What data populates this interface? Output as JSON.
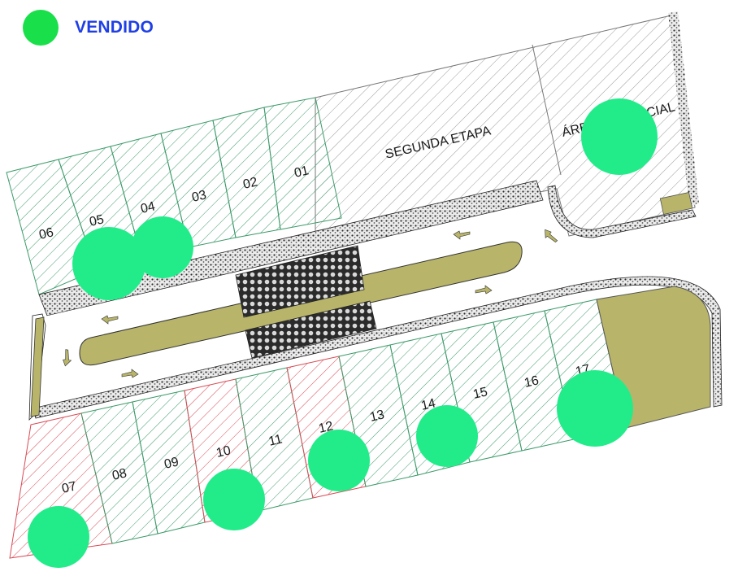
{
  "legend": {
    "label": "VENDIDO",
    "dot_color": "#19e04a",
    "label_color": "#1f3fe6"
  },
  "colors": {
    "sold_marker": "#22ec8a",
    "green_hatch": "#3c9a6a",
    "red_hatch": "#d84a55",
    "gray_hatch": "#9a9a9a",
    "olive": "#b8b56a",
    "gravel": "#555555"
  },
  "zones": {
    "segunda_etapa": "SEGUNDA ETAPA",
    "area_comercial": "ÁREA COMERCIAL"
  },
  "lots": {
    "01": "01",
    "02": "02",
    "03": "03",
    "04": "04",
    "05": "05",
    "06": "06",
    "07": "07",
    "08": "08",
    "09": "09",
    "10": "10",
    "11": "11",
    "12": "12",
    "13": "13",
    "14": "14",
    "15": "15",
    "16": "16",
    "17": "17"
  },
  "sold_lots": [
    "04",
    "05",
    "07",
    "10",
    "12",
    "14",
    "17",
    "ÁREA COMERCIAL"
  ]
}
